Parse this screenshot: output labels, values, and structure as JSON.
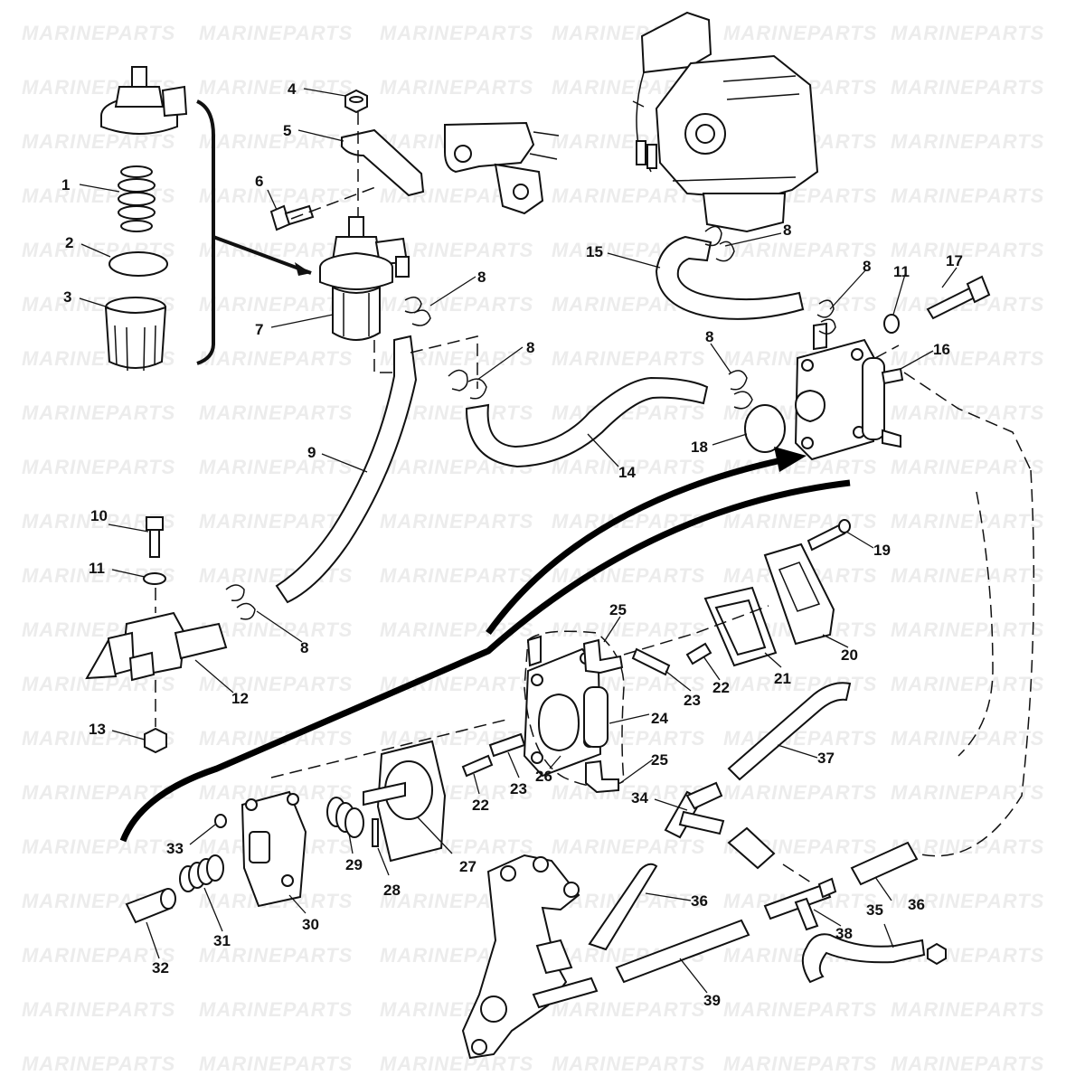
{
  "watermark": {
    "text": "MARINEPARTS"
  },
  "callouts": {
    "c1": "1",
    "c2": "2",
    "c3": "3",
    "c4": "4",
    "c5": "5",
    "c6": "6",
    "c7": "7",
    "c8a": "8",
    "c8b": "8",
    "c8c": "8",
    "c8d": "8",
    "c8e": "8",
    "c8f": "8",
    "c9": "9",
    "c10": "10",
    "c11a": "11",
    "c11b": "11",
    "c12": "12",
    "c13": "13",
    "c14": "14",
    "c15": "15",
    "c16": "16",
    "c17": "17",
    "c18": "18",
    "c19": "19",
    "c20": "20",
    "c21": "21",
    "c22a": "22",
    "c22b": "22",
    "c23a": "23",
    "c23b": "23",
    "c24": "24",
    "c25a": "25",
    "c25b": "25",
    "c26": "26",
    "c27": "27",
    "c28": "28",
    "c29": "29",
    "c30": "30",
    "c31": "31",
    "c32": "32",
    "c33": "33",
    "c34": "34",
    "c35": "35",
    "c36a": "36",
    "c36b": "36",
    "c37": "37",
    "c38": "38",
    "c39": "39"
  }
}
